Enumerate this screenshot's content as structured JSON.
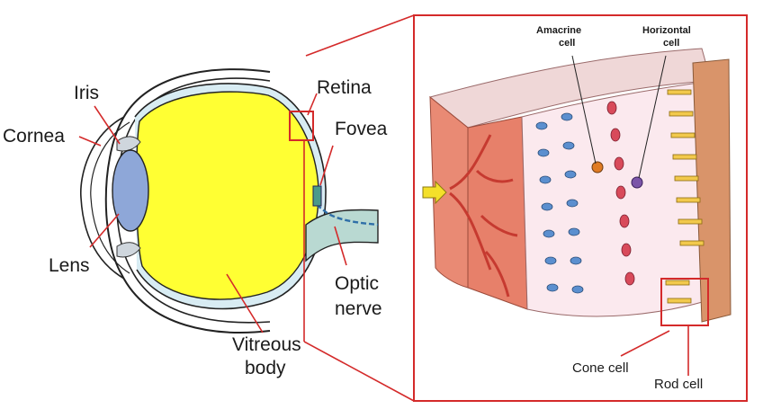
{
  "eye_labels": {
    "iris": "Iris",
    "cornea": "Cornea",
    "lens": "Lens",
    "retina": "Retina",
    "fovea": "Fovea",
    "optic_nerve_line1": "Optic",
    "optic_nerve_line2": "nerve",
    "vitreous_line1": "Vitreous",
    "vitreous_line2": "body"
  },
  "retina_labels": {
    "amacrine_line1": "Amacrine",
    "amacrine_line2": "cell",
    "horizontal_line1": "Horizontal",
    "horizontal_line2": "cell",
    "cone_cell": "Cone cell",
    "rod_cell": "Rod cell"
  },
  "colors": {
    "highlight_red": "#d42a2a",
    "vitreous_yellow": "#ffff33",
    "lens_blue": "#8ea7d8",
    "nerve_teal": "#b9d9d2",
    "tissue_salmon": "#e98a74",
    "photoreceptor_yellow": "#f2c94c",
    "amacrine_orange": "#e07b24",
    "horizontal_purple": "#7b55a8"
  }
}
